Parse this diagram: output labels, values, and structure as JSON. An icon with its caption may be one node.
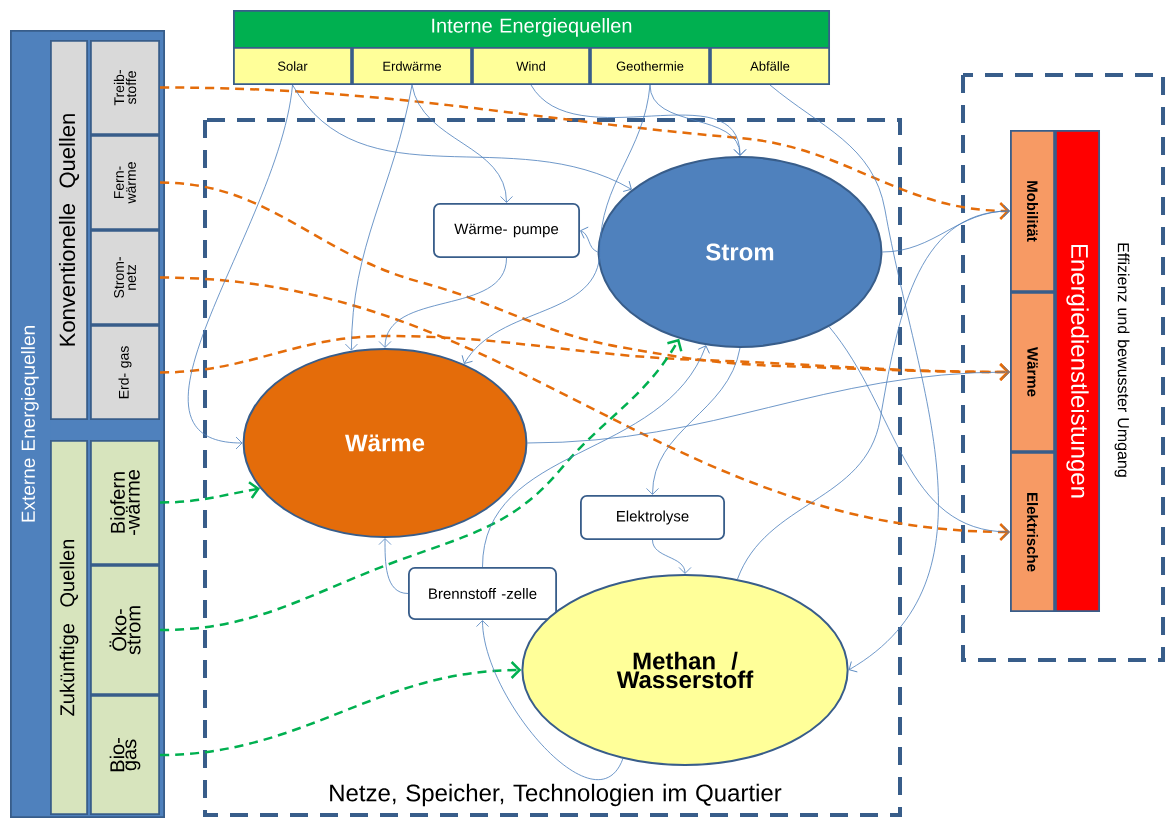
{
  "diagram": {
    "nodes": [
      {
        "text": [
          "Externe Energiequellen"
        ]
      },
      {
        "text": [
          "Konventionelle Quellen"
        ],
        "in": 0
      },
      {
        "text": [
          "Treib- stoffe"
        ],
        "in": 0
      },
      {
        "text": [
          "Fern- wärme"
        ],
        "in": 0
      },
      {
        "text": [
          "Strom- netz"
        ],
        "in": 0
      },
      {
        "text": [
          "Erd- gas"
        ],
        "in": 0
      },
      {
        "text": [
          "Zukünftige Quellen"
        ],
        "in": 0
      },
      {
        "text": [
          "Biofern -wärme"
        ],
        "in": 0
      },
      {
        "text": [
          "Öko- strom"
        ],
        "in": 0
      },
      {
        "text": [
          "Bio- gas"
        ],
        "in": 0
      },
      {
        "text": [
          "Interne Energiequellen"
        ]
      },
      {
        "text": [
          "Solar"
        ],
        "in": 10
      },
      {
        "text": [
          "Erdwärme"
        ],
        "in": 10
      },
      {
        "text": [
          "Wind"
        ],
        "in": 10
      },
      {
        "text": [
          "Geothermie"
        ],
        "in": 10
      },
      {
        "text": [
          "Abfälle"
        ],
        "in": 10
      },
      {
        "text": [
          "Netze, Speicher, Technologien im Quartier"
        ]
      },
      {
        "text": [
          "Wärme- pumpe"
        ],
        "in": 16
      },
      {
        "text": [
          "Strom"
        ],
        "in": 16
      },
      {
        "text": [
          "Wärme"
        ],
        "in": 16
      },
      {
        "text": [
          "Elektrolyse"
        ],
        "in": 16
      },
      {
        "text": [
          "Brennstoff -zelle"
        ],
        "in": 16
      },
      {
        "text": [
          "Methan / Wasserstoff"
        ],
        "in": 16
      },
      {
        "text": [
          "Effizienz und bewusster Umgang"
        ]
      },
      {
        "text": [
          "Energiedienstleistungen"
        ],
        "in": 23
      },
      {
        "text": [
          "Mobilität"
        ],
        "in": 23
      },
      {
        "text": [
          "Wärme"
        ],
        "in": 23
      },
      {
        "text": [
          "Elektrische"
        ],
        "in": 23
      }
    ],
    "edges": [
      {
        "from": 2,
        "to": 25,
        "arrow": "to",
        "style": "dashed",
        "color": "#e46c0a"
      },
      {
        "from": 3,
        "to": 26,
        "arrow": "to",
        "style": "dashed",
        "color": "#e46c0a"
      },
      {
        "from": 4,
        "to": 27,
        "arrow": "to",
        "style": "dashed",
        "color": "#e46c0a"
      },
      {
        "from": 5,
        "to": 26,
        "arrow": "to",
        "style": "dashed",
        "color": "#e46c0a"
      },
      {
        "from": 7,
        "to": 19,
        "arrow": "to",
        "style": "dashed",
        "color": "#00b050"
      },
      {
        "from": 8,
        "to": 18,
        "arrow": "to",
        "style": "dashed",
        "color": "#00b050"
      },
      {
        "from": 9,
        "to": 22,
        "arrow": "to",
        "style": "dashed",
        "color": "#00b050"
      },
      {
        "from": 11,
        "to": 19,
        "arrow": "to"
      },
      {
        "from": 11,
        "to": 18,
        "arrow": "to"
      },
      {
        "from": 12,
        "to": 19,
        "arrow": "to"
      },
      {
        "from": 12,
        "to": 17,
        "arrow": "to"
      },
      {
        "from": 13,
        "to": 18,
        "arrow": "to"
      },
      {
        "from": 14,
        "to": 18,
        "arrow": "to"
      },
      {
        "from": 14,
        "to": 19,
        "arrow": "to"
      },
      {
        "from": 15,
        "to": 22,
        "arrow": "to"
      },
      {
        "from": 18,
        "to": 17,
        "arrow": "to"
      },
      {
        "from": 17,
        "to": 19,
        "arrow": "to"
      },
      {
        "from": 18,
        "to": 20,
        "arrow": "to"
      },
      {
        "from": 20,
        "to": 22,
        "arrow": "to"
      },
      {
        "from": 22,
        "to": 21,
        "arrow": "to"
      },
      {
        "from": 21,
        "to": 19,
        "arrow": "to"
      },
      {
        "from": 21,
        "to": 18,
        "arrow": "to"
      },
      {
        "from": 18,
        "to": 25,
        "arrow": "to"
      },
      {
        "from": 19,
        "to": 26,
        "arrow": "to"
      },
      {
        "from": 22,
        "to": 25,
        "arrow": "to"
      },
      {
        "from": 18,
        "to": 27,
        "arrow": "to"
      }
    ]
  }
}
